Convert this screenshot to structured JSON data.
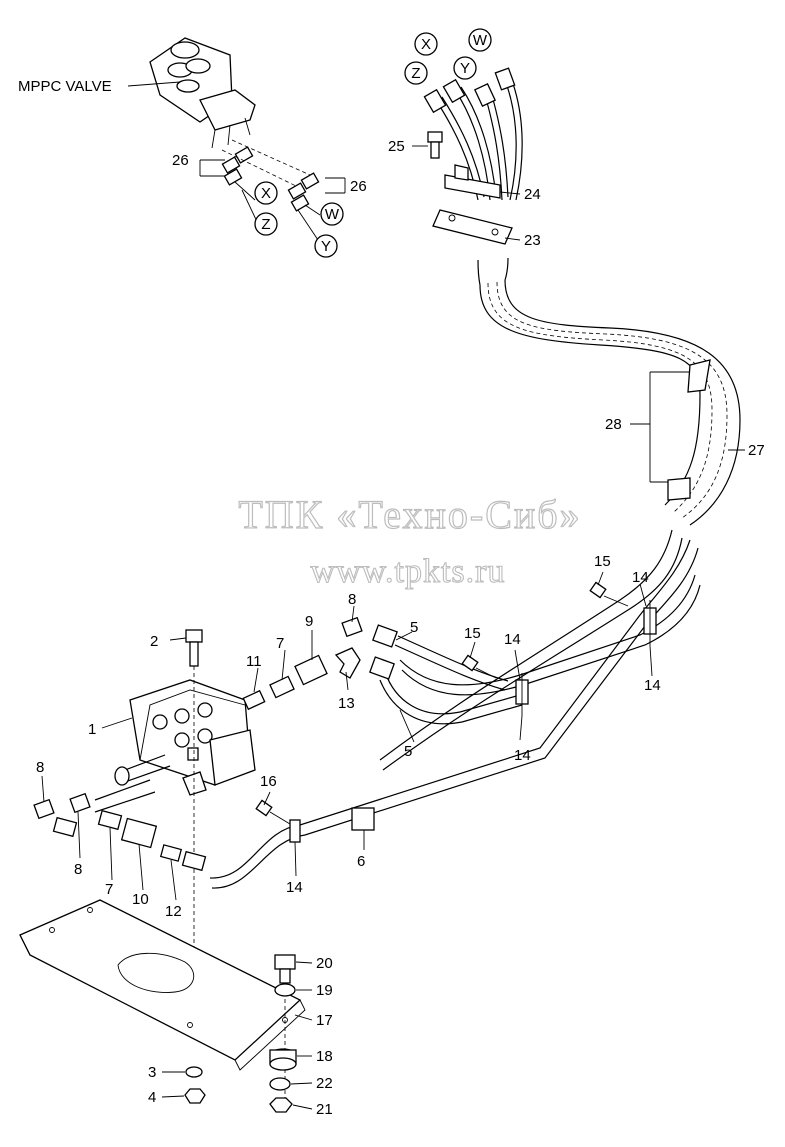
{
  "diagram": {
    "valve_label": "MPPC VALVE",
    "watermark_name": "ТПК «Техно-Сиб»",
    "watermark_url": "www.tpkts.ru",
    "ports_top": [
      "X",
      "W",
      "Z",
      "Y"
    ],
    "ports_valve": [
      "X",
      "Z",
      "W",
      "Y"
    ],
    "callouts": {
      "n1": "1",
      "n2": "2",
      "n3": "3",
      "n4": "4",
      "n5a": "5",
      "n5b": "5",
      "n6": "6",
      "n7a": "7",
      "n7b": "7",
      "n8a": "8",
      "n8b": "8",
      "n8c": "8",
      "n9": "9",
      "n10": "10",
      "n11": "11",
      "n12": "12",
      "n13": "13",
      "n14a": "14",
      "n14b": "14",
      "n14c": "14",
      "n14d": "14",
      "n14e": "14",
      "n15a": "15",
      "n15b": "15",
      "n16": "16",
      "n17": "17",
      "n18": "18",
      "n19": "19",
      "n20": "20",
      "n21": "21",
      "n22": "22",
      "n23": "23",
      "n24": "24",
      "n25": "25",
      "n26a": "26",
      "n26b": "26",
      "n27": "27",
      "n28": "28"
    }
  }
}
